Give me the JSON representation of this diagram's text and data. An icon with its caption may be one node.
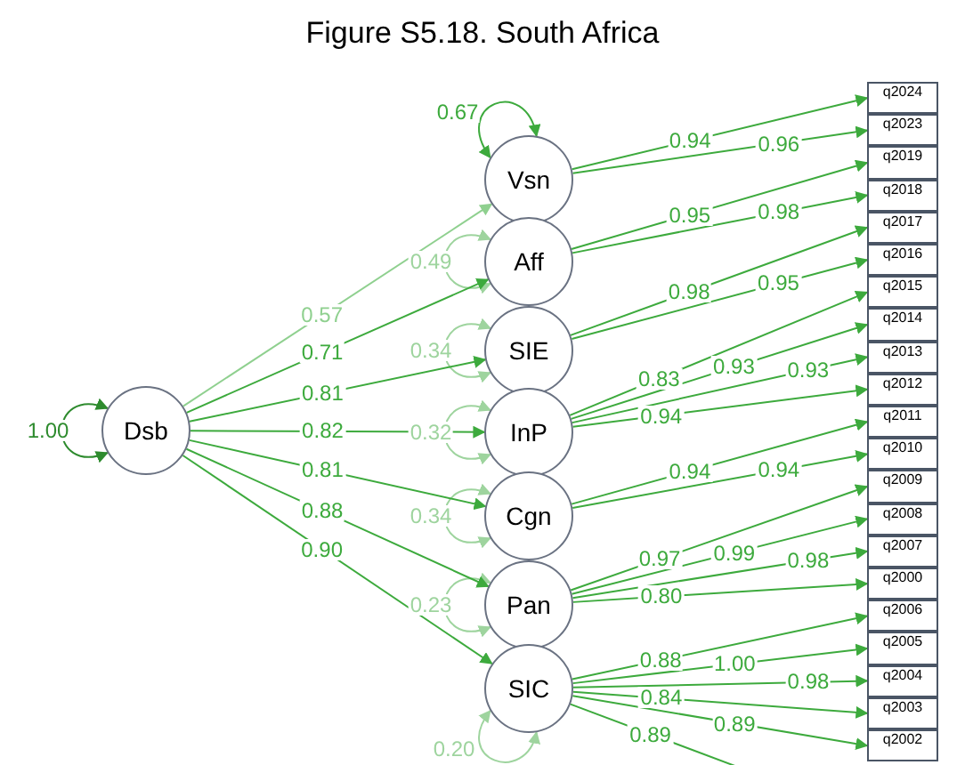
{
  "diagram": {
    "title": "Figure S5.18. South Africa",
    "nodes": [
      {
        "text": [
          "Dsb"
        ]
      },
      {
        "text": [
          "Vsn"
        ]
      },
      {
        "text": [
          "Aff"
        ]
      },
      {
        "text": [
          "SIE"
        ]
      },
      {
        "text": [
          "InP"
        ]
      },
      {
        "text": [
          "Cgn"
        ]
      },
      {
        "text": [
          "Pan"
        ]
      },
      {
        "text": [
          "SIC"
        ]
      },
      {
        "text": [
          "q2024"
        ]
      },
      {
        "text": [
          "q2023"
        ]
      },
      {
        "text": [
          "q2019"
        ]
      },
      {
        "text": [
          "q2018"
        ]
      },
      {
        "text": [
          "q2017"
        ]
      },
      {
        "text": [
          "q2016"
        ]
      },
      {
        "text": [
          "q2015"
        ]
      },
      {
        "text": [
          "q2014"
        ]
      },
      {
        "text": [
          "q2013"
        ]
      },
      {
        "text": [
          "q2012"
        ]
      },
      {
        "text": [
          "q2011"
        ]
      },
      {
        "text": [
          "q2010"
        ]
      },
      {
        "text": [
          "q2009"
        ]
      },
      {
        "text": [
          "q2008"
        ]
      },
      {
        "text": [
          "q2007"
        ]
      },
      {
        "text": [
          "q2000"
        ]
      },
      {
        "text": [
          "q2006"
        ]
      },
      {
        "text": [
          "q2005"
        ]
      },
      {
        "text": [
          "q2004"
        ]
      },
      {
        "text": [
          "q2003"
        ]
      },
      {
        "text": [
          "q2002"
        ]
      }
    ],
    "edges": [
      {
        "from": 0,
        "to": 0,
        "arrow": "both",
        "label": "1.00",
        "color": "#2e8b2e"
      },
      {
        "from": 1,
        "to": 1,
        "arrow": "both",
        "label": "0.67"
      },
      {
        "from": 2,
        "to": 2,
        "arrow": "both",
        "label": "0.49",
        "color": "#9ed49e"
      },
      {
        "from": 3,
        "to": 3,
        "arrow": "both",
        "label": "0.34",
        "color": "#9ed49e"
      },
      {
        "from": 4,
        "to": 4,
        "arrow": "both",
        "label": "0.32",
        "color": "#9ed49e"
      },
      {
        "from": 5,
        "to": 5,
        "arrow": "both",
        "label": "0.34",
        "color": "#9ed49e"
      },
      {
        "from": 6,
        "to": 6,
        "arrow": "both",
        "label": "0.23",
        "color": "#9ed49e"
      },
      {
        "from": 7,
        "to": 7,
        "arrow": "both",
        "label": "0.20",
        "color": "#9ed49e"
      },
      {
        "from": 0,
        "to": 1,
        "arrow": "to",
        "label": "0.57",
        "color": "#8fd08f"
      },
      {
        "from": 0,
        "to": 2,
        "arrow": "to",
        "label": "0.71"
      },
      {
        "from": 0,
        "to": 3,
        "arrow": "to",
        "label": "0.81"
      },
      {
        "from": 0,
        "to": 4,
        "arrow": "to",
        "label": "0.82"
      },
      {
        "from": 0,
        "to": 5,
        "arrow": "to",
        "label": "0.81"
      },
      {
        "from": 0,
        "to": 6,
        "arrow": "to",
        "label": "0.88"
      },
      {
        "from": 0,
        "to": 7,
        "arrow": "to",
        "label": "0.90"
      },
      {
        "from": 1,
        "to": 8,
        "arrow": "to",
        "label": "0.94"
      },
      {
        "from": 1,
        "to": 9,
        "arrow": "to",
        "label": "0.96"
      },
      {
        "from": 2,
        "to": 10,
        "arrow": "to",
        "label": "0.95"
      },
      {
        "from": 2,
        "to": 11,
        "arrow": "to",
        "label": "0.98"
      },
      {
        "from": 3,
        "to": 12,
        "arrow": "to",
        "label": "0.98"
      },
      {
        "from": 3,
        "to": 13,
        "arrow": "to",
        "label": "0.95"
      },
      {
        "from": 4,
        "to": 14,
        "arrow": "to",
        "label": "0.83"
      },
      {
        "from": 4,
        "to": 15,
        "arrow": "to",
        "label": "0.93"
      },
      {
        "from": 4,
        "to": 16,
        "arrow": "to",
        "label": "0.93"
      },
      {
        "from": 4,
        "to": 17,
        "arrow": "to",
        "label": "0.94"
      },
      {
        "from": 5,
        "to": 18,
        "arrow": "to",
        "label": "0.94"
      },
      {
        "from": 5,
        "to": 19,
        "arrow": "to",
        "label": "0.94"
      },
      {
        "from": 6,
        "to": 20,
        "arrow": "to",
        "label": "0.97"
      },
      {
        "from": 6,
        "to": 21,
        "arrow": "to",
        "label": "0.99"
      },
      {
        "from": 6,
        "to": 22,
        "arrow": "to",
        "label": "0.98"
      },
      {
        "from": 6,
        "to": 23,
        "arrow": "to",
        "label": "0.80"
      },
      {
        "from": 7,
        "to": 24,
        "arrow": "to",
        "label": "0.88"
      },
      {
        "from": 7,
        "to": 25,
        "arrow": "to",
        "label": "1.00"
      },
      {
        "from": 7,
        "to": 26,
        "arrow": "to",
        "label": "0.98"
      },
      {
        "from": 7,
        "to": 27,
        "arrow": "to",
        "label": "0.84"
      },
      {
        "from": 7,
        "to": 28,
        "arrow": "to",
        "label": "0.89"
      },
      {
        "from": 7,
        "to": null,
        "arrow": "none",
        "label": "0.89"
      }
    ]
  }
}
